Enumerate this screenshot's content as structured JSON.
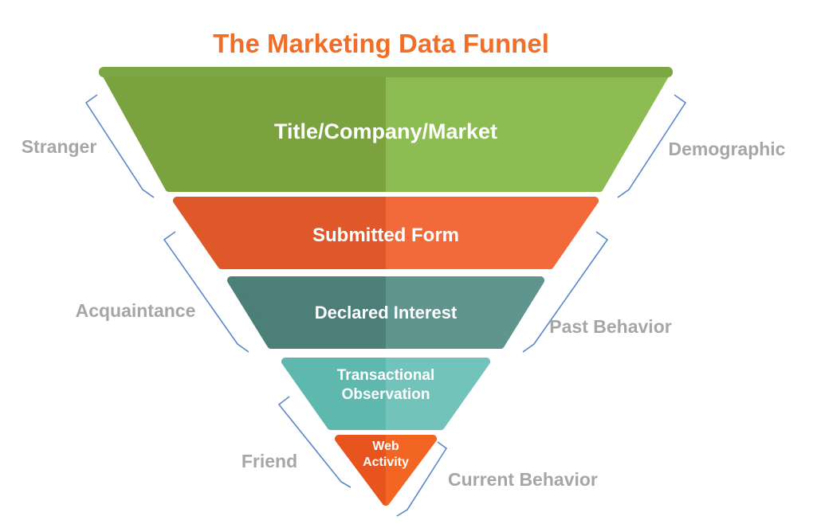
{
  "title": {
    "text": "The Marketing Data Funnel",
    "color": "#F26E26"
  },
  "funnel": {
    "rim_color": "#7CA643",
    "label_color": "#FFFFFF",
    "levels": [
      {
        "id": "title-company-market",
        "label": "Title/Company/Market",
        "color_left": "#7AA23E",
        "color_right": "#8CBC52"
      },
      {
        "id": "submitted-form",
        "label": "Submitted Form",
        "color_left": "#DE5829",
        "color_right": "#F26A39"
      },
      {
        "id": "declared-interest",
        "label": "Declared Interest",
        "color_left": "#4C7F78",
        "color_right": "#5F958E"
      },
      {
        "id": "transactional-observation",
        "label": "Transactional Observation",
        "color_left": "#5FB8AE",
        "color_right": "#72C3BA"
      },
      {
        "id": "web-activity",
        "label": "Web Activity",
        "color_left": "#E8541E",
        "color_right": "#F26522"
      }
    ]
  },
  "annotations": {
    "text_color": "#A6A6A6",
    "bracket_color": "#5B87C9",
    "left": [
      "Stranger",
      "Acquaintance",
      "Friend"
    ],
    "right": [
      "Demographic",
      "Past Behavior",
      "Current Behavior"
    ]
  }
}
